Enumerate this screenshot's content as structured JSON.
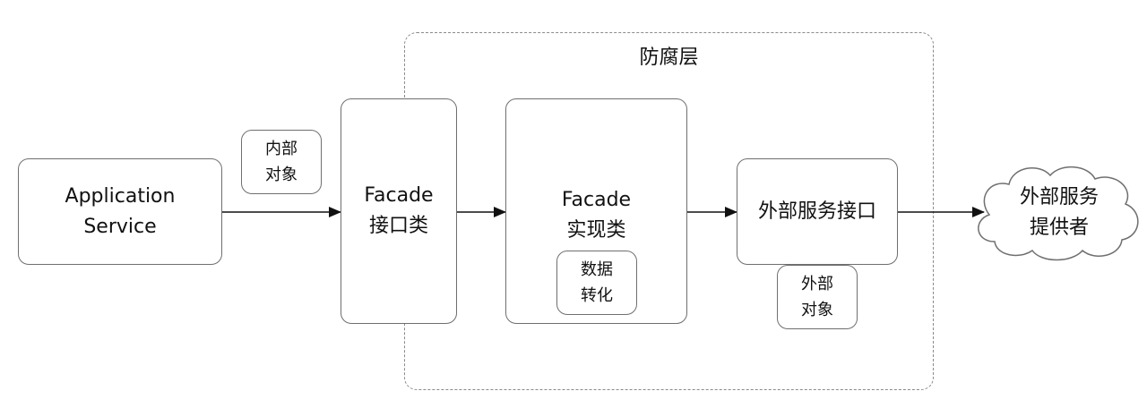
{
  "zone": {
    "title": "防腐层"
  },
  "nodes": {
    "app_service": {
      "line1": "Application",
      "line2": "Service"
    },
    "facade_interface": {
      "line1": "Facade",
      "line2": "接口类"
    },
    "facade_impl": {
      "line1": "Facade",
      "line2": "实现类"
    },
    "external_interface": {
      "label": "外部服务接口"
    },
    "external_provider": {
      "line1": "外部服务",
      "line2": "提供者"
    }
  },
  "tags": {
    "internal_object": {
      "line1": "内部",
      "line2": "对象"
    },
    "data_conversion": {
      "line1": "数据",
      "line2": "转化"
    },
    "external_object": {
      "line1": "外部",
      "line2": "对象"
    }
  }
}
